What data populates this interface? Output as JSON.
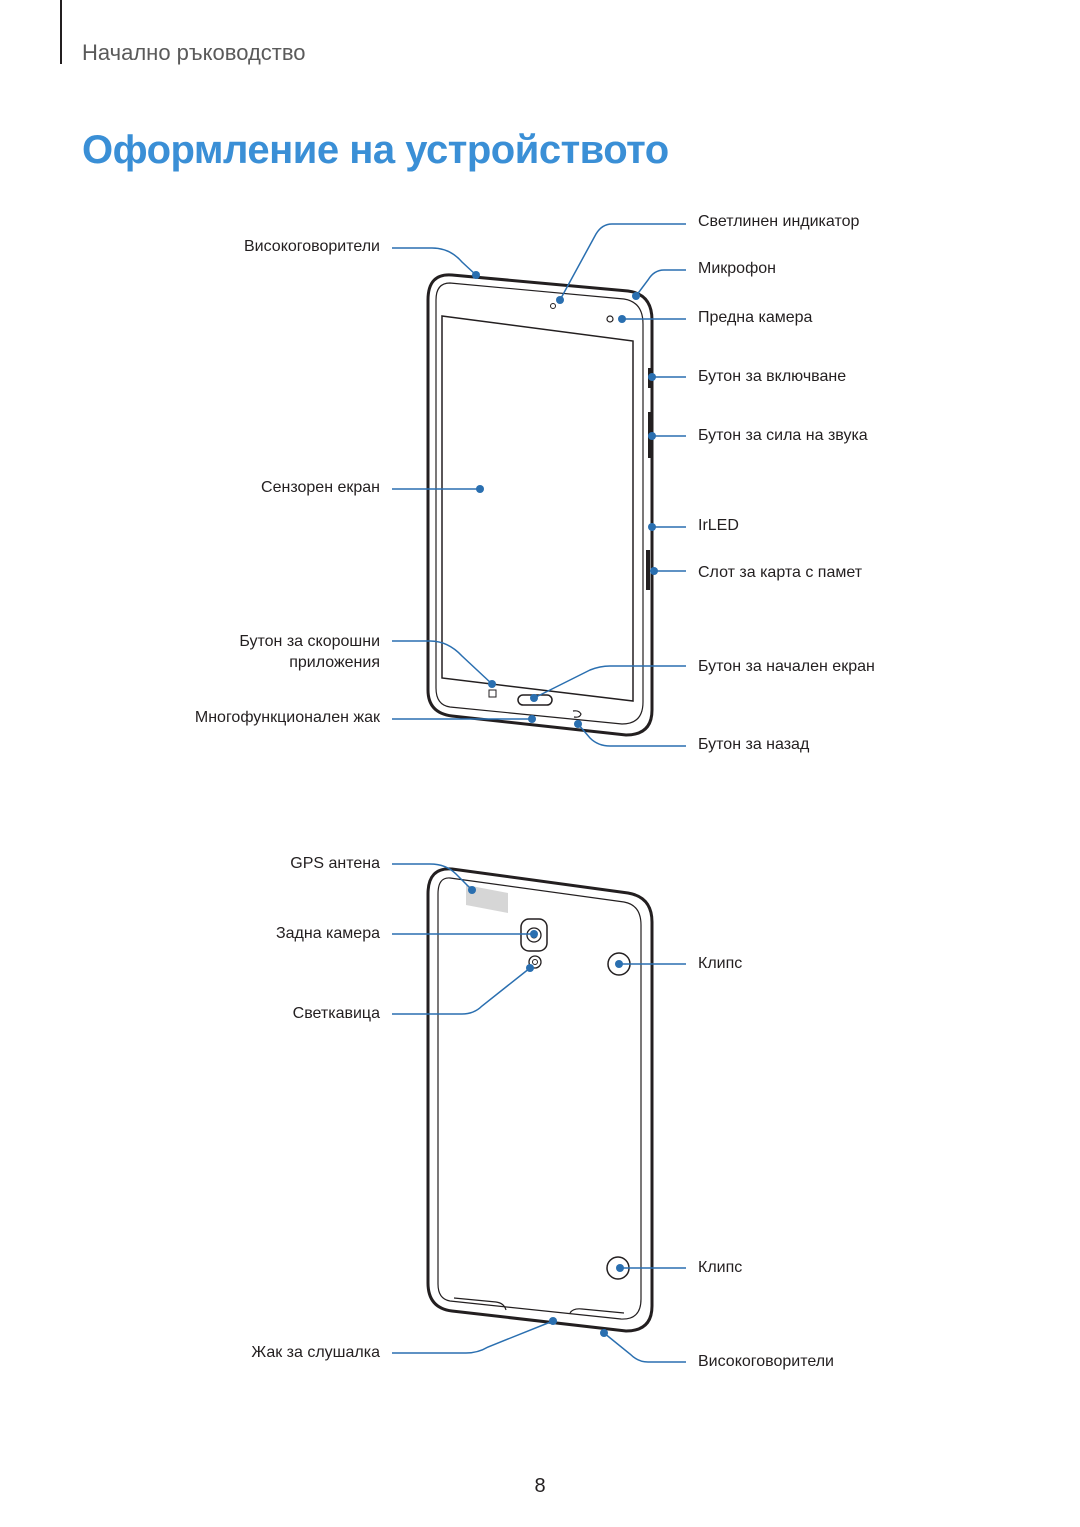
{
  "header": {
    "section": "Начално ръководство",
    "title": "Оформление на устройството"
  },
  "front_labels": {
    "speakers": "Високоговорители",
    "light_sensor": "Светлинен индикатор",
    "microphone": "Микрофон",
    "front_camera": "Предна камера",
    "power_button": "Бутон за включване",
    "volume_button": "Бутон за сила на звука",
    "touch_screen": "Сензорен екран",
    "irled": "IrLED",
    "memory_card_slot": "Слот за карта с памет",
    "recent_apps_line1": "Бутон за скорошни",
    "recent_apps_line2": "приложения",
    "home_button": "Бутон за начален екран",
    "multipurpose_jack": "Многофункционален жак",
    "back_button": "Бутон за назад"
  },
  "back_labels": {
    "gps_antenna": "GPS антена",
    "rear_camera": "Задна камера",
    "clip_top": "Клипс",
    "flash": "Светкавица",
    "clip_bottom": "Клипс",
    "headset_jack": "Жак за слушалка",
    "speakers": "Високоговорители"
  },
  "colors": {
    "accent": "#3a8fd6",
    "callout": "#2a6fb0",
    "text": "#231f20"
  },
  "page_number": "8"
}
